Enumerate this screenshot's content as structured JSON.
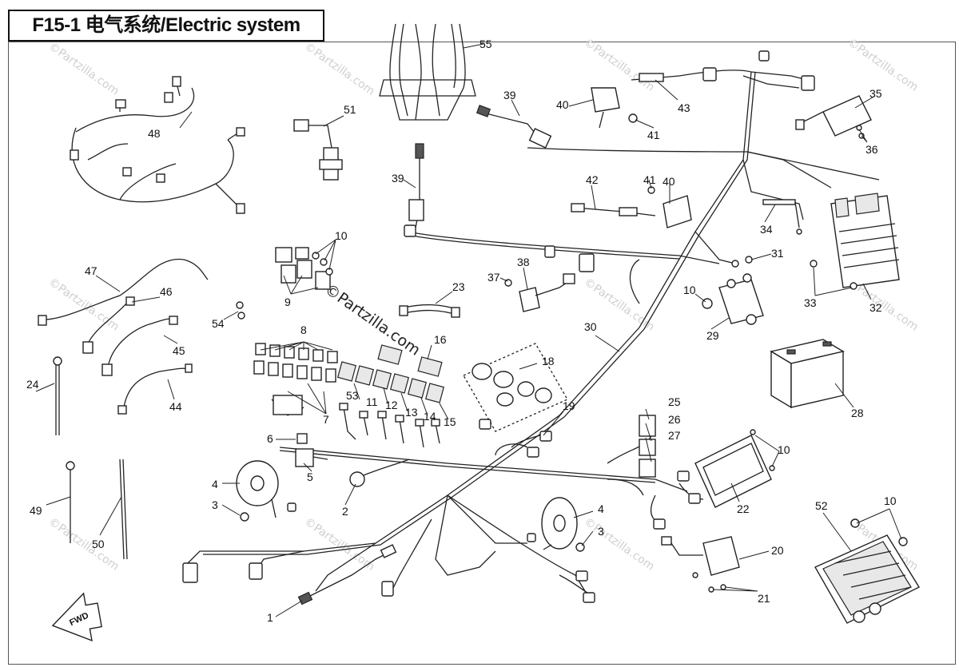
{
  "header": {
    "title": "F15-1 电气系统/Electric system"
  },
  "watermark": {
    "text": "©Partzilla.com",
    "center_text": "©Partzilla.com"
  },
  "direction_marker": {
    "label": "FWD"
  },
  "callouts": {
    "c1": "1",
    "c2": "2",
    "c3a": "3",
    "c3b": "3",
    "c4a": "4",
    "c4b": "4",
    "c5": "5",
    "c6": "6",
    "c7": "7",
    "c8": "8",
    "c9": "9",
    "c10a": "10",
    "c10b": "10",
    "c10c": "10",
    "c10d": "10",
    "c11": "11",
    "c12": "12",
    "c13": "13",
    "c14": "14",
    "c15": "15",
    "c16": "16",
    "c18": "18",
    "c19": "19",
    "c20": "20",
    "c21": "21",
    "c22": "22",
    "c23": "23",
    "c24": "24",
    "c25": "25",
    "c26": "26",
    "c27": "27",
    "c28": "28",
    "c29": "29",
    "c30": "30",
    "c31": "31",
    "c32": "32",
    "c33": "33",
    "c34": "34",
    "c35": "35",
    "c36": "36",
    "c37": "37",
    "c38": "38",
    "c39a": "39",
    "c39b": "39",
    "c40a": "40",
    "c40b": "40",
    "c41a": "41",
    "c41b": "41",
    "c42": "42",
    "c43": "43",
    "c44": "44",
    "c45": "45",
    "c46": "46",
    "c47": "47",
    "c48": "48",
    "c49": "49",
    "c50": "50",
    "c51": "51",
    "c52": "52",
    "c53": "53",
    "c54": "54",
    "c55": "55"
  }
}
